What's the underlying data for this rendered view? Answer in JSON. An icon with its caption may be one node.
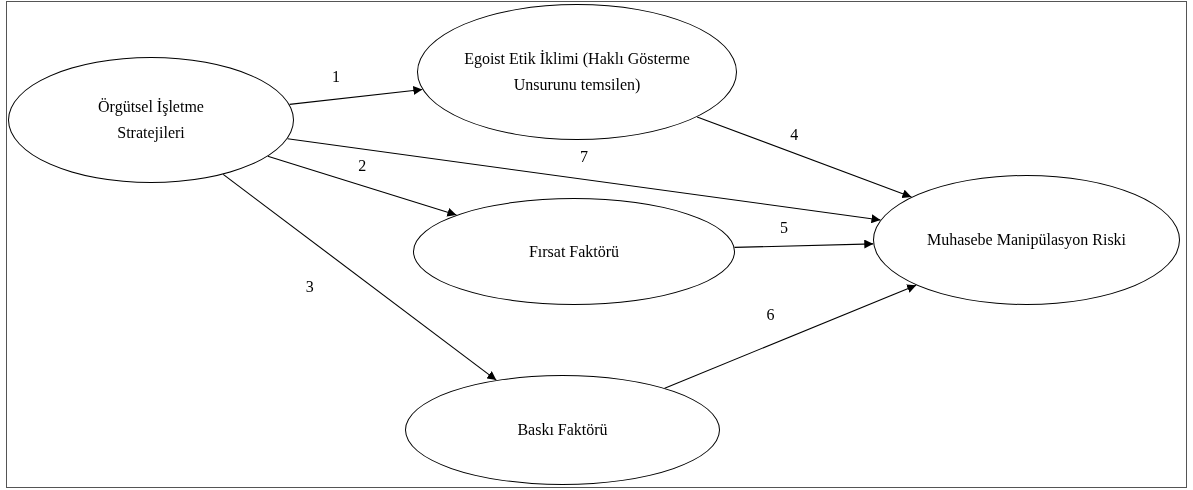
{
  "diagram": {
    "nodes": [
      {
        "text": [
          "Örgütsel İşletme Stratejileri"
        ]
      },
      {
        "text": [
          "Egoist Etik İklimi (Haklı Gösterme Unsurunu temsilen)"
        ]
      },
      {
        "text": [
          "Fırsat Faktörü"
        ]
      },
      {
        "text": [
          "Baskı Faktörü"
        ]
      },
      {
        "text": [
          "Muhasebe Manipülasyon Riski"
        ]
      }
    ],
    "edges": [
      {
        "from": 0,
        "to": 1,
        "arrow": "to",
        "label": "1"
      },
      {
        "from": 0,
        "to": 2,
        "arrow": "to",
        "label": "2"
      },
      {
        "from": 0,
        "to": 3,
        "arrow": "to",
        "label": "3"
      },
      {
        "from": 1,
        "to": 4,
        "arrow": "to",
        "label": "4"
      },
      {
        "from": 2,
        "to": 4,
        "arrow": "to",
        "label": "5"
      },
      {
        "from": 3,
        "to": 4,
        "arrow": "to",
        "label": "6"
      },
      {
        "from": 0,
        "to": 4,
        "arrow": "to",
        "label": "7"
      }
    ]
  }
}
